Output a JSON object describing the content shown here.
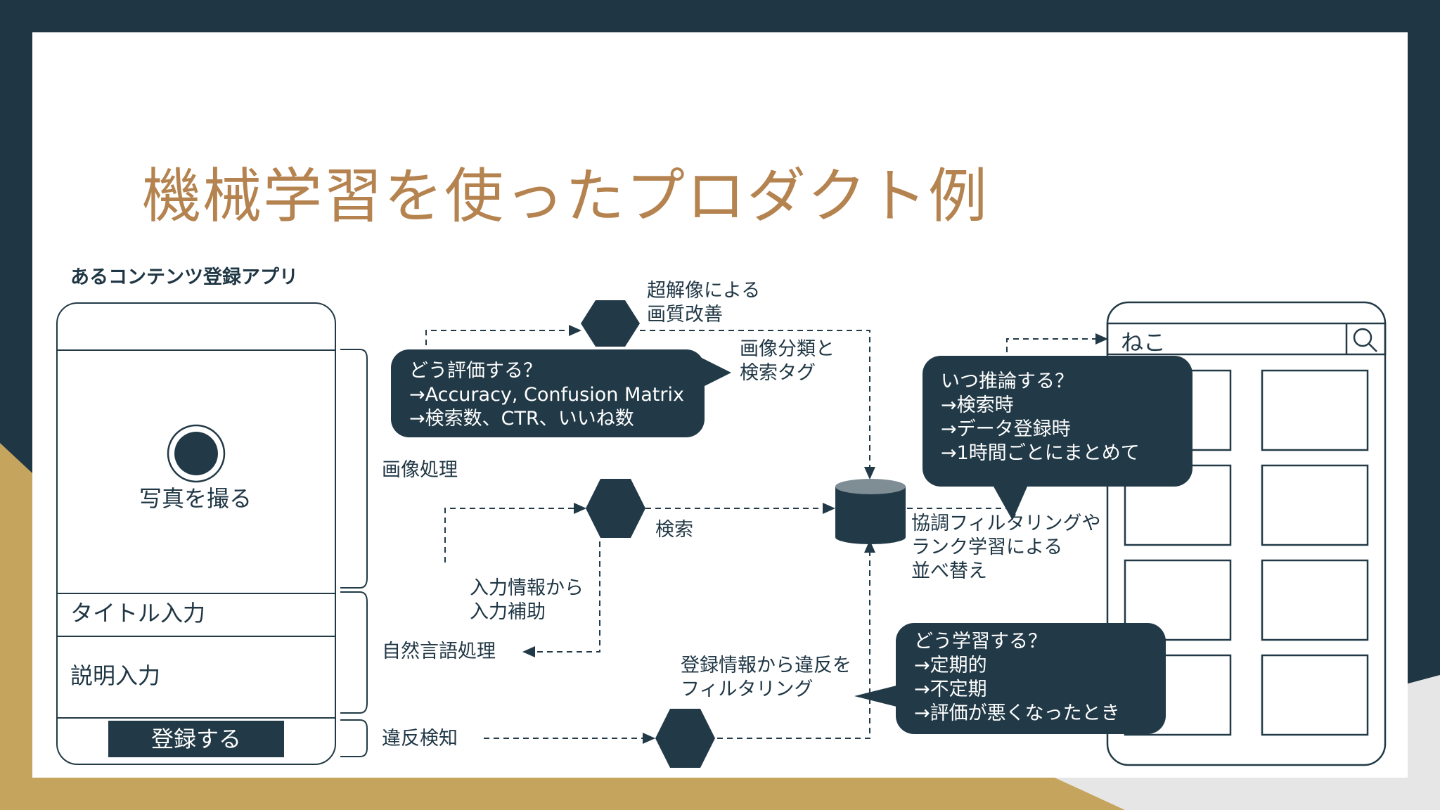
{
  "slide": {
    "title": "機械学習を使ったプロダクト例",
    "app_label": "あるコンテンツ登録アプリ"
  },
  "phone": {
    "photo_label": "写真を撮る",
    "title_input": "タイトル入力",
    "desc_input": "説明入力",
    "register_button": "登録する"
  },
  "tasks": {
    "image_processing": "画像処理",
    "nlp": "自然言語処理",
    "violation_detection": "違反検知"
  },
  "annotations": {
    "super_resolution": [
      "超解像による",
      "画質改善"
    ],
    "classification": [
      "画像分類と",
      "検索タグ"
    ],
    "search": "検索",
    "input_assist": [
      "入力情報から",
      "入力補助"
    ],
    "violation_filter": [
      "登録情報から違反を",
      "フィルタリング"
    ],
    "ranking": [
      "協調フィルタリングや",
      "ランク学習による",
      "並べ替え"
    ]
  },
  "bubbles": {
    "evaluate": [
      "どう評価する？",
      "→Accuracy, Confusion Matrix",
      "→検索数、CTR、いいね数"
    ],
    "infer": [
      "いつ推論する？",
      "→検索時",
      "→データ登録時",
      "→1時間ごとにまとめて"
    ],
    "learn": [
      "どう学習する？",
      "→定期的",
      "→不定期",
      "→評価が悪くなったとき"
    ]
  },
  "search_app": {
    "query": "ねこ"
  },
  "colors": {
    "dark": "#223a47",
    "accent": "#b5834f",
    "gold": "#c5a55e"
  }
}
